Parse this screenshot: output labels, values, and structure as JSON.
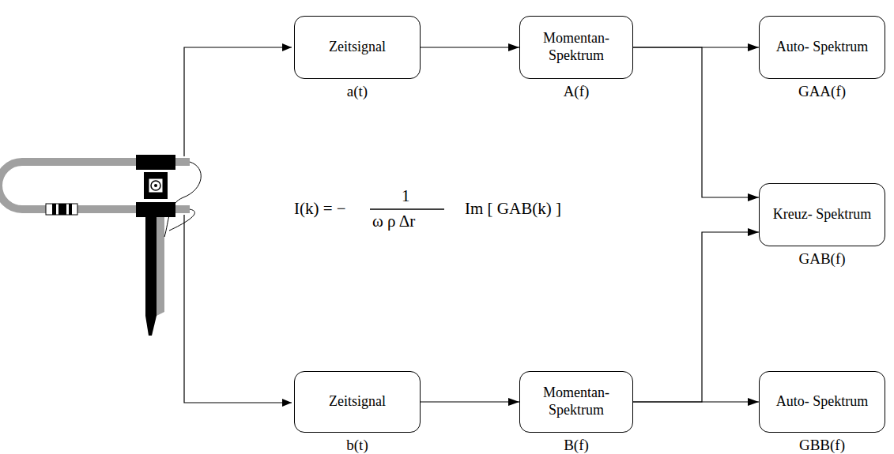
{
  "diagram": {
    "nodes": [
      {
        "text": [
          "Zeitsignal",
          "a(t)"
        ]
      },
      {
        "text": [
          "Momentan- Spektrum",
          "A(f)"
        ]
      },
      {
        "text": [
          "Auto- Spektrum",
          "GAA(f)"
        ]
      },
      {
        "text": [
          "Kreuz- Spektrum",
          "GAB(f)"
        ]
      },
      {
        "text": [
          "Zeitsignal",
          "b(t)"
        ]
      },
      {
        "text": [
          "Momentan- Spektrum",
          "B(f)"
        ]
      },
      {
        "text": [
          "Auto- Spektrum",
          "GBB(f)"
        ]
      }
    ],
    "edges": [
      {
        "from": 0,
        "to": 1,
        "arrow": "to"
      },
      {
        "from": 1,
        "to": 2,
        "arrow": "to"
      },
      {
        "from": 1,
        "to": 3,
        "arrow": "to"
      },
      {
        "from": 4,
        "to": 5,
        "arrow": "to"
      },
      {
        "from": 5,
        "to": 6,
        "arrow": "to"
      },
      {
        "from": 5,
        "to": 3,
        "arrow": "to"
      }
    ],
    "labels": [
      "I(k) = −",
      "1",
      "ω ρ Δr",
      "Im [ GAB(k) ]"
    ]
  }
}
